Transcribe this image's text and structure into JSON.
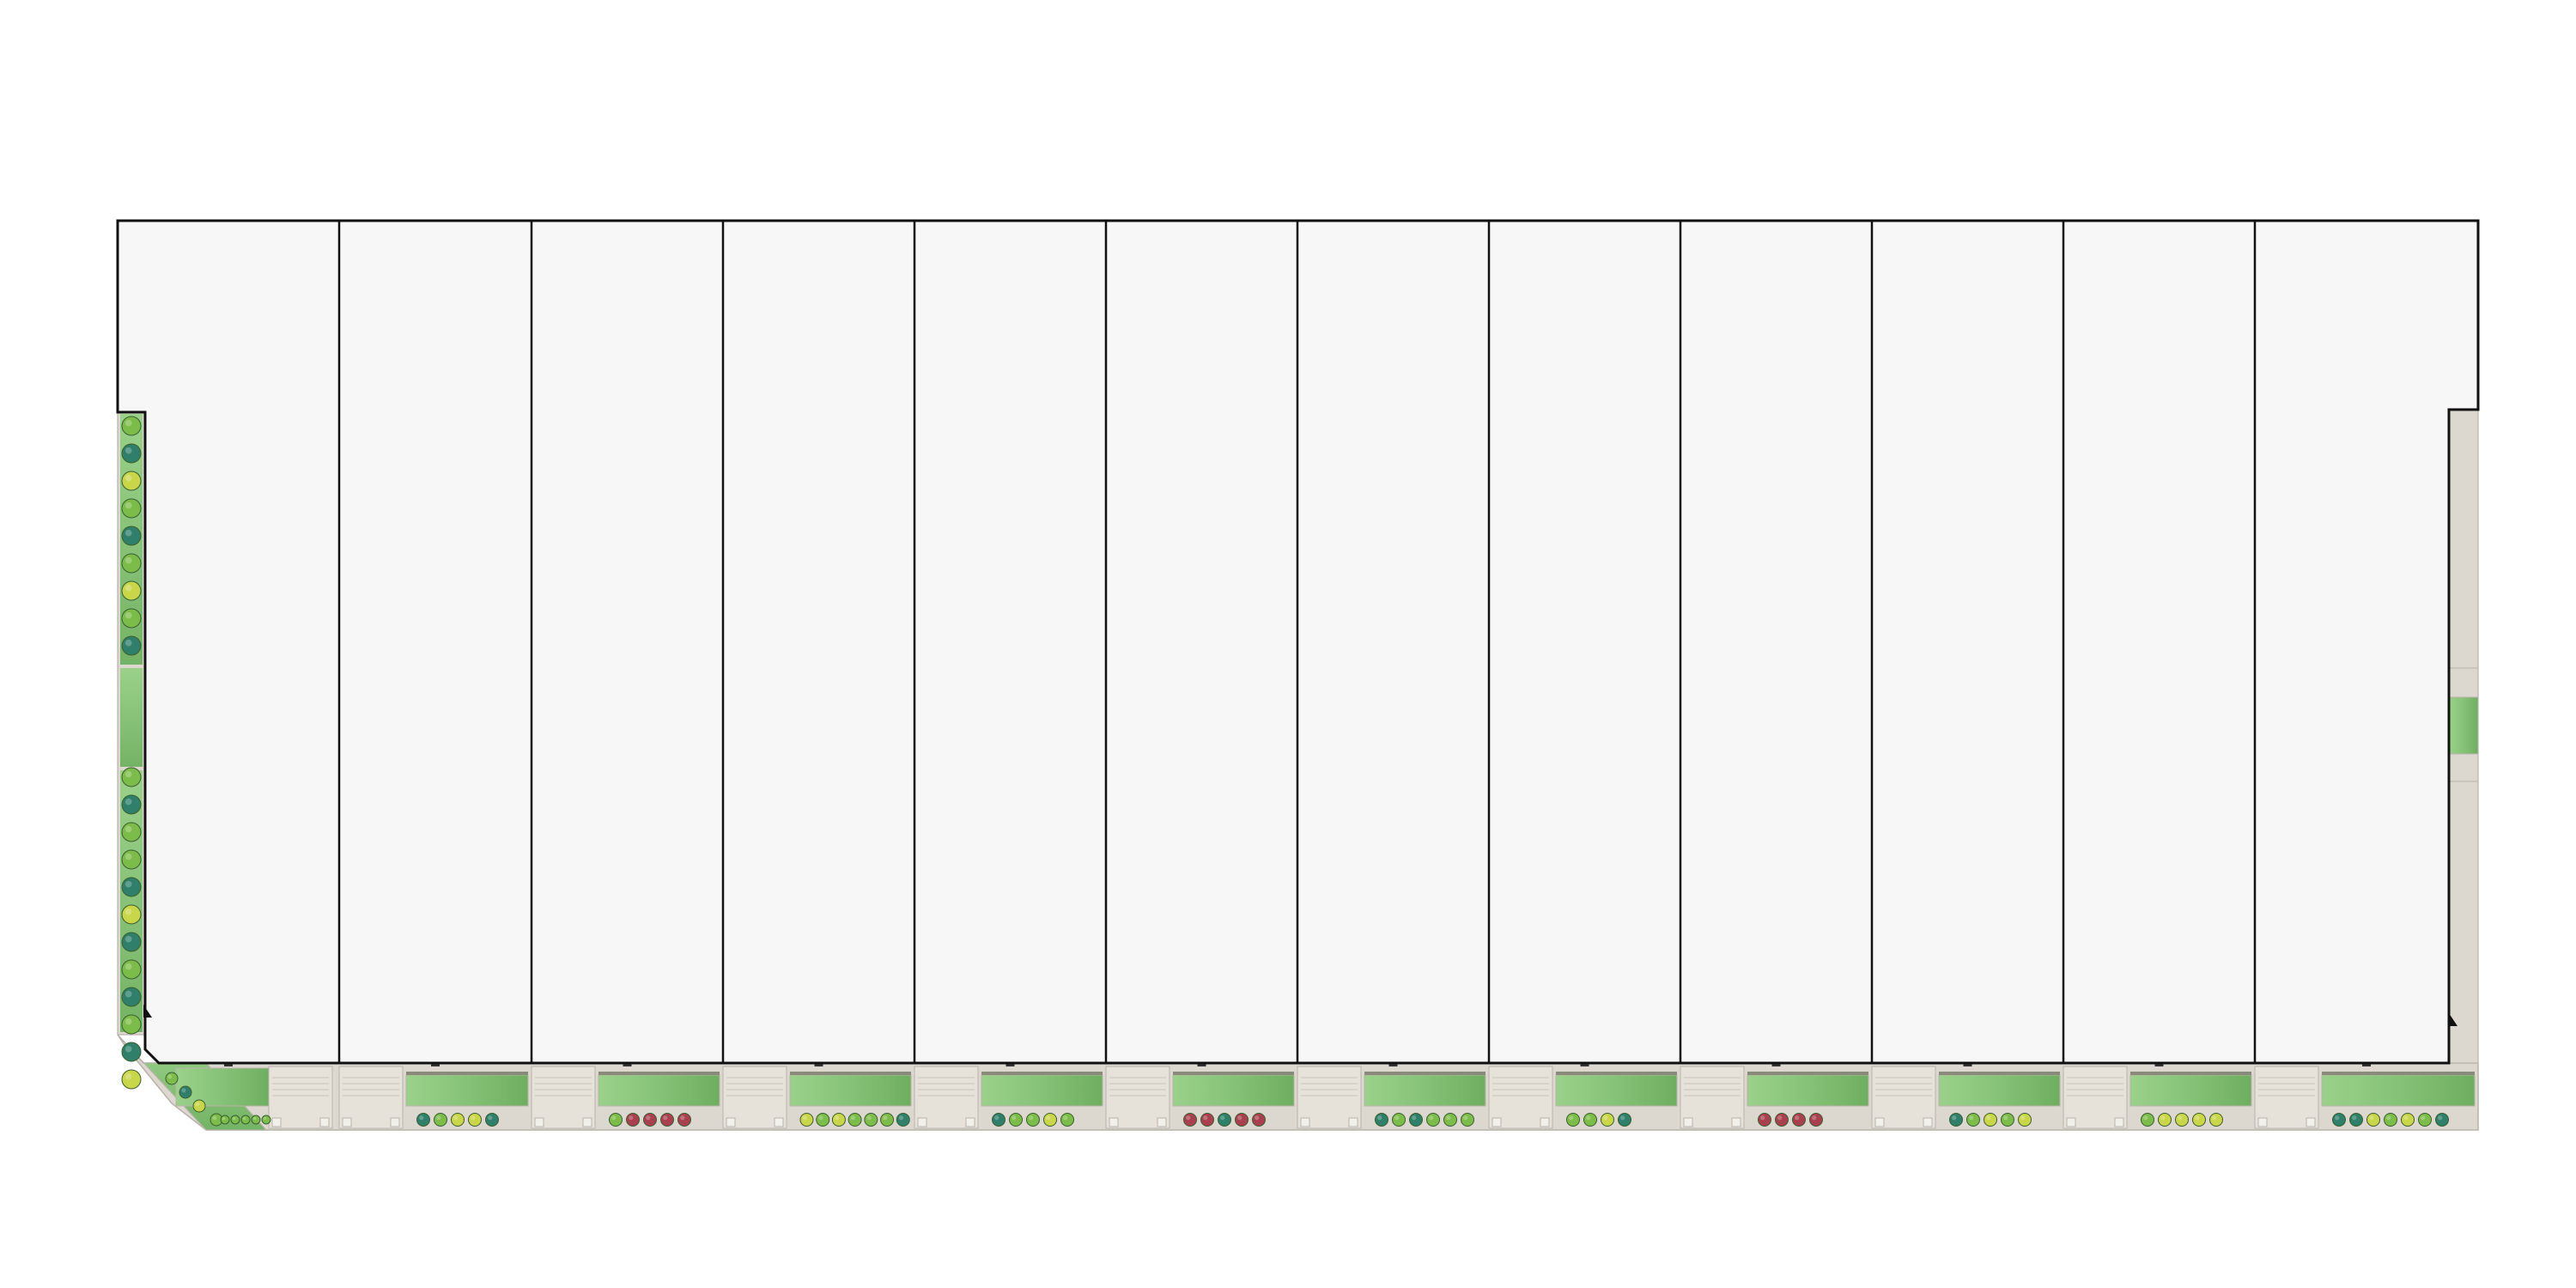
{
  "plan": {
    "unit_count": 12,
    "units": [
      {
        "id": 1,
        "left_strip_plants": [
          "green",
          "green",
          "green",
          "green",
          "green"
        ]
      },
      {
        "id": 2,
        "bed_plants": [
          "teal",
          "green",
          "yellow",
          "yellow",
          "teal"
        ]
      },
      {
        "id": 3,
        "bed_plants": [
          "green",
          "red",
          "red",
          "red",
          "red"
        ]
      },
      {
        "id": 4,
        "bed_plants": [
          "yellow",
          "green",
          "yellow",
          "green",
          "green",
          "green",
          "teal"
        ]
      },
      {
        "id": 5,
        "bed_plants": [
          "teal",
          "green",
          "green",
          "yellow",
          "green"
        ]
      },
      {
        "id": 6,
        "bed_plants": [
          "red",
          "red",
          "teal",
          "red",
          "red"
        ]
      },
      {
        "id": 7,
        "bed_plants": [
          "teal",
          "green",
          "teal",
          "green",
          "green",
          "green"
        ]
      },
      {
        "id": 8,
        "bed_plants": [
          "green",
          "green",
          "yellow",
          "teal"
        ]
      },
      {
        "id": 9,
        "bed_plants": [
          "red",
          "red",
          "red",
          "red"
        ]
      },
      {
        "id": 10,
        "bed_plants": [
          "teal",
          "green",
          "yellow",
          "green",
          "yellow"
        ]
      },
      {
        "id": 11,
        "bed_plants": [
          "green",
          "yellow",
          "yellow",
          "yellow",
          "yellow"
        ]
      },
      {
        "id": 12,
        "bed_plants": [
          "teal",
          "teal",
          "yellow",
          "green",
          "yellow",
          "green",
          "teal"
        ]
      }
    ],
    "left_landscape_plants": [
      "green",
      "teal",
      "yellow",
      "green",
      "teal",
      "green",
      "yellow",
      "green",
      "teal",
      "green",
      "teal",
      "green",
      "green",
      "teal",
      "yellow",
      "teal",
      "green",
      "teal",
      "green",
      "teal",
      "yellow"
    ],
    "colors": {
      "roof": "#f7f7f7",
      "outline": "#111111",
      "paving": "#dcd8d0",
      "paving_line": "#b8b3aa",
      "lawn": "#8cc77c",
      "lawn_dark": "#6aa85a",
      "tree_green": "#7cbc4a",
      "tree_teal": "#2f7f6a",
      "tree_yellow": "#c9d64a",
      "tree_red": "#a8404f"
    }
  }
}
